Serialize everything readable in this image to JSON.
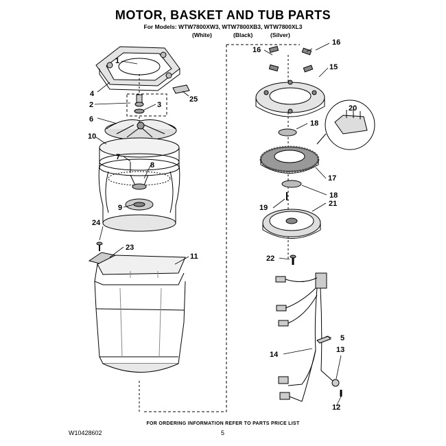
{
  "header": {
    "title": "MOTOR, BASKET AND TUB PARTS",
    "models": "For Models: WTW7800XW3, WTW7800XB3, WTW7800XL3",
    "colors": [
      "(White)",
      "(Black)",
      "(Silver)"
    ]
  },
  "callouts": {
    "c1": "1",
    "c2": "2",
    "c3": "3",
    "c4": "4",
    "c5": "5",
    "c6": "6",
    "c7": "7",
    "c8": "8",
    "c9": "9",
    "c10": "10",
    "c11": "11",
    "c12": "12",
    "c13": "13",
    "c14": "14",
    "c15": "15",
    "c16a": "16",
    "c16b": "16",
    "c17": "17",
    "c18a": "18",
    "c18b": "18",
    "c19": "19",
    "c20": "20",
    "c21": "21",
    "c22": "22",
    "c23": "23",
    "c24": "24",
    "c25": "25"
  },
  "footer": {
    "ordering": "FOR ORDERING INFORMATION REFER TO PARTS PRICE LIST",
    "doc_number": "W10428602",
    "page": "5"
  }
}
